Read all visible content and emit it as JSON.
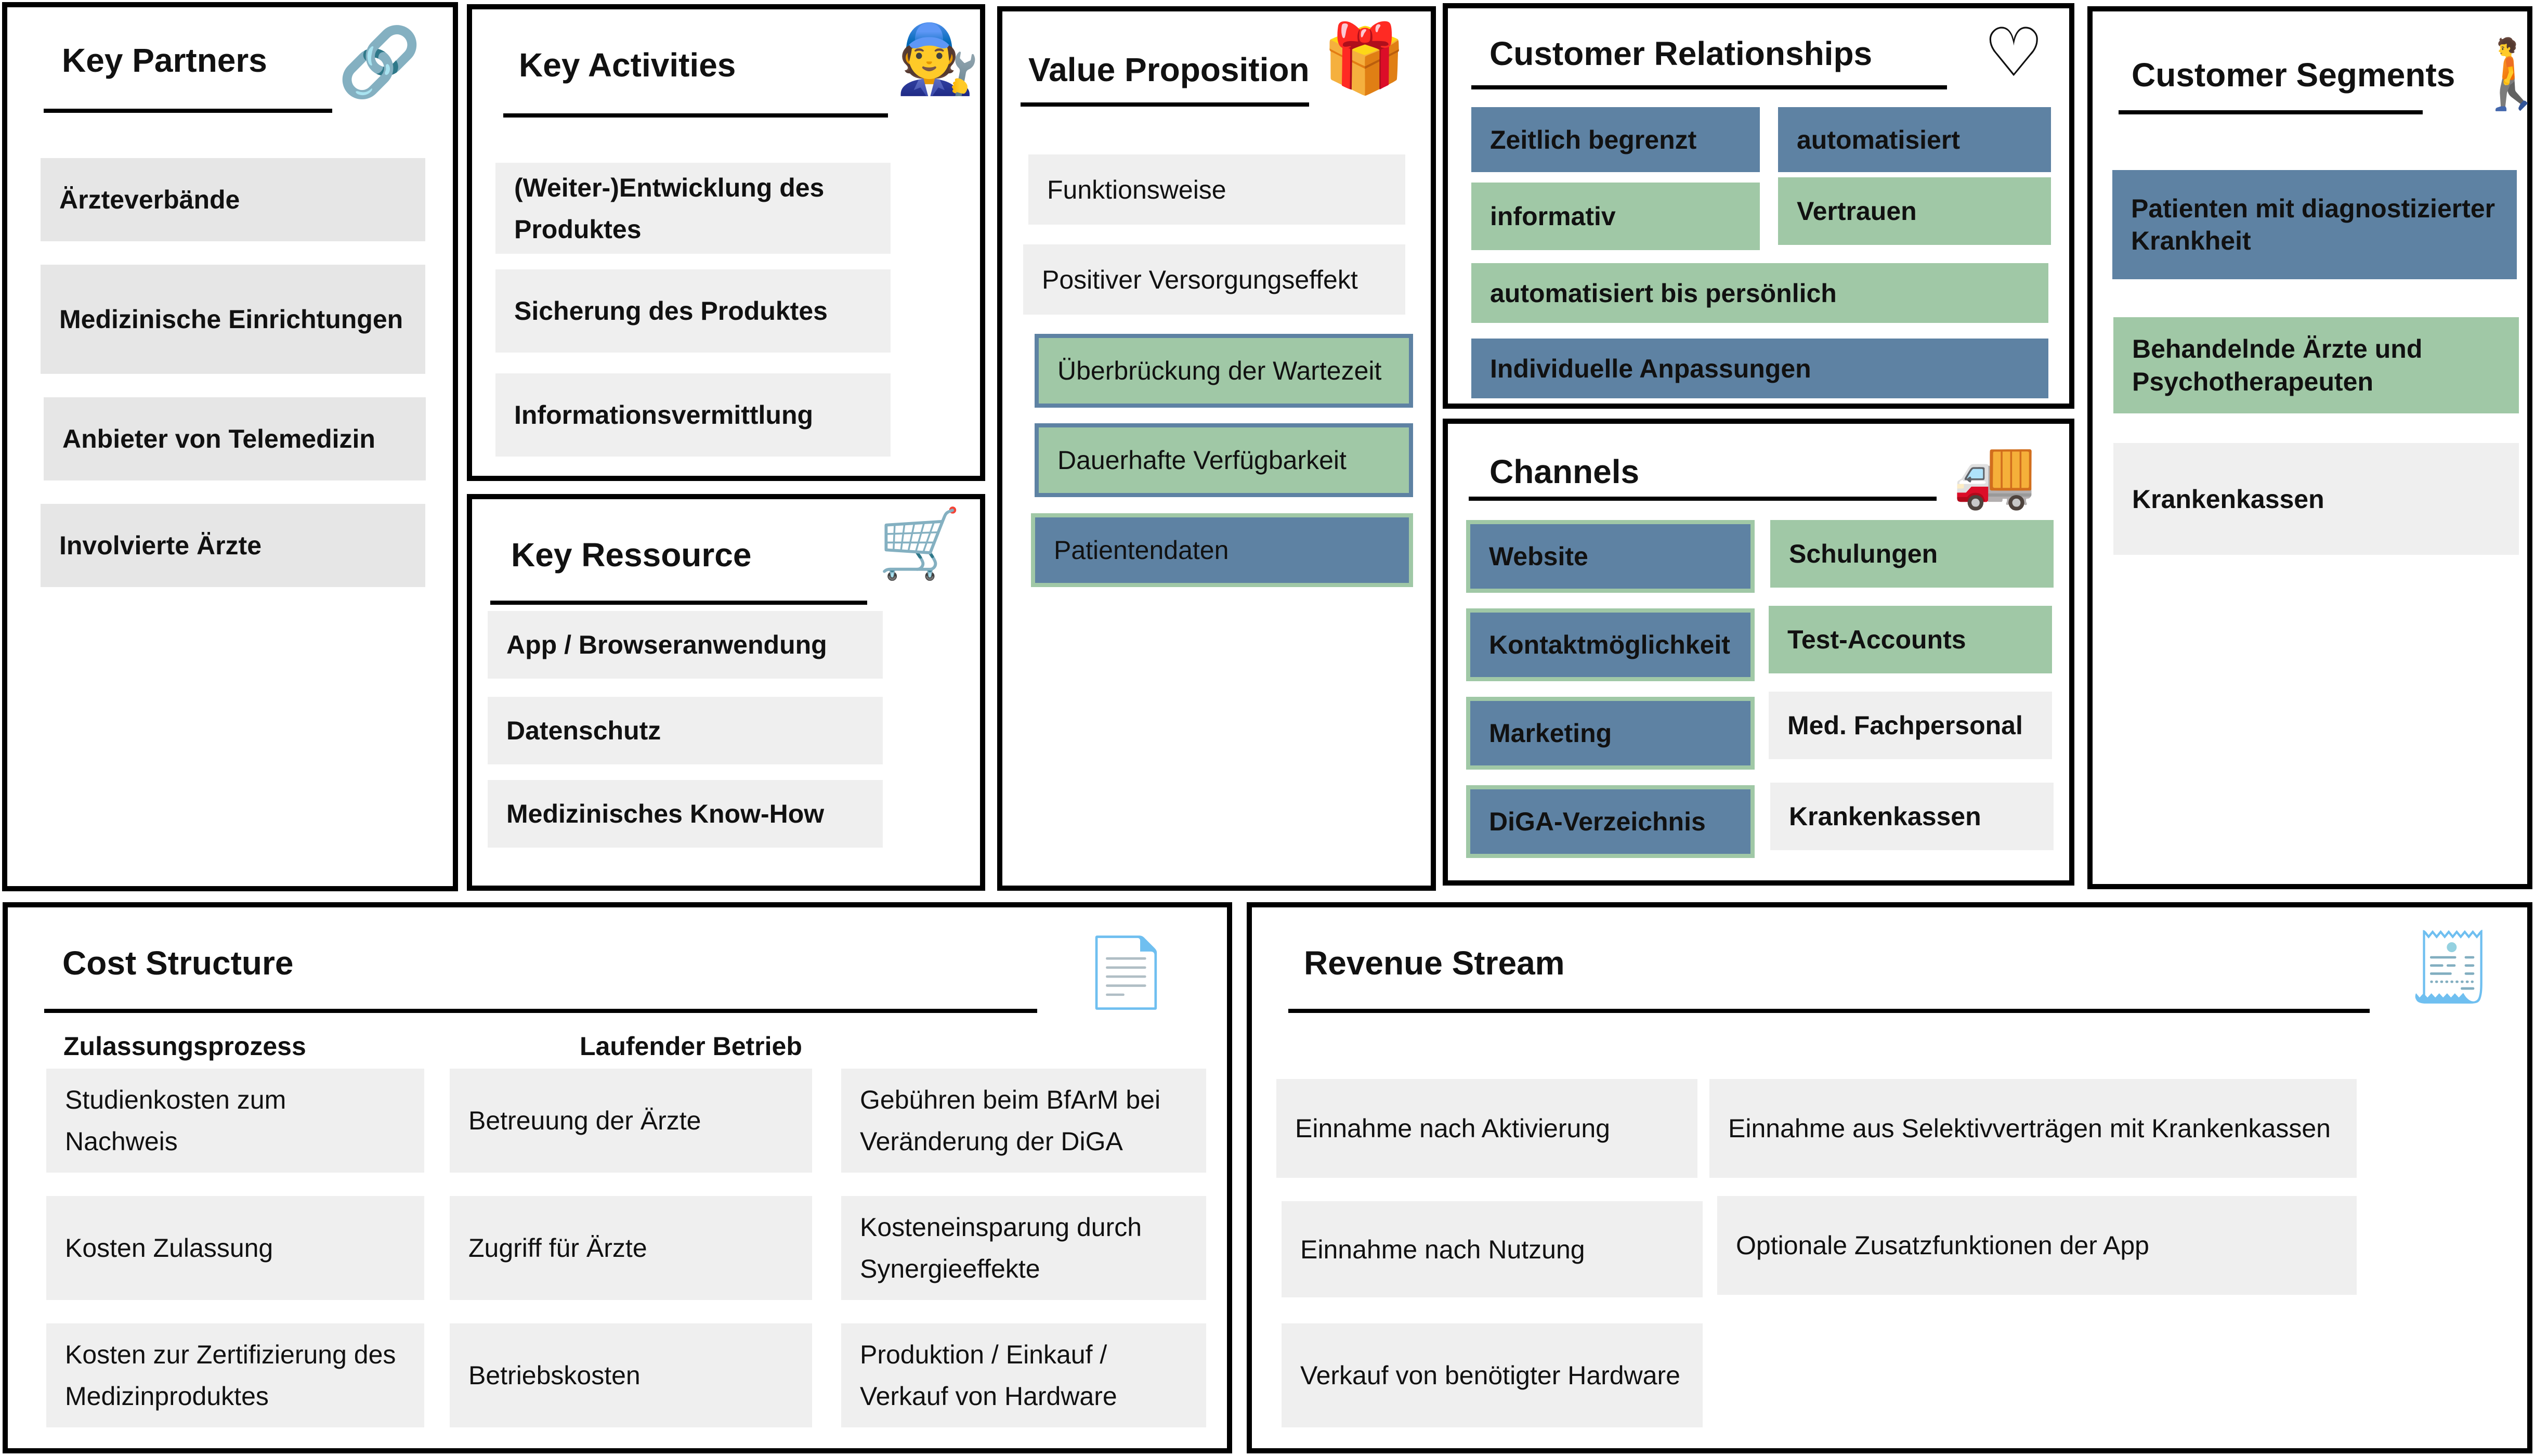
{
  "colors": {
    "blue": "#5e82a3",
    "green": "#a0c8a6",
    "gray": "#efefef",
    "border": "#000000"
  },
  "key_partners": {
    "title": "Key Partners",
    "icon": "chain-links-icon",
    "items": [
      "Ärzteverbände",
      "Medizinische Einrichtungen",
      "Anbieter von Telemedizin",
      "Involvierte Ärzte"
    ]
  },
  "key_activities": {
    "title": "Key Activities",
    "icon": "worker-icon",
    "items": [
      "(Weiter-)Entwicklung des Produktes",
      "Sicherung des Produktes",
      "Informationsvermittlung"
    ]
  },
  "key_resources": {
    "title": "Key Ressource",
    "icon": "person-with-cart-icon",
    "items": [
      "App / Browseranwendung",
      "Datenschutz",
      "Medizinisches Know-How"
    ]
  },
  "value_proposition": {
    "title": "Value Proposition",
    "icon": "gift-icon",
    "items": [
      "Funktionsweise",
      "Positiver Versorgungseffekt",
      "Überbrückung der Wartezeit",
      "Dauerhafte Verfügbarkeit",
      "Patientendaten"
    ]
  },
  "customer_relationships": {
    "title": "Customer Relationships",
    "icon": "heart-icon",
    "items": [
      "Zeitlich begrenzt",
      "automatisiert",
      "informativ",
      "Vertrauen",
      "automatisiert bis persönlich",
      "Individuelle Anpassungen"
    ]
  },
  "channels": {
    "title": "Channels",
    "icon": "truck-icon",
    "items": [
      "Website",
      "Schulungen",
      "Kontaktmöglichkeit",
      "Test-Accounts",
      "Marketing",
      "Med. Fachpersonal",
      "DiGA-Verzeichnis",
      "Krankenkassen"
    ]
  },
  "customer_segments": {
    "title": "Customer Segments",
    "icon": "person-icon",
    "items": [
      "Patienten mit diagnostizierter Krankheit",
      "Behandelnde Ärzte und Psychotherapeuten",
      "Krankenkassen"
    ]
  },
  "cost_structure": {
    "title": "Cost Structure",
    "icon": "document-icon",
    "sub1": "Zulassungsprozess",
    "sub2": "Laufender Betrieb",
    "items": [
      "Studienkosten zum Nachweis",
      "Betreuung der Ärzte",
      "Gebühren beim BfArM bei Veränderung der DiGA",
      "Kosten Zulassung",
      "Zugriff für Ärzte",
      "Kosteneinsparung durch Synergieeffekte",
      "Kosten zur Zertifizierung des Medizinproduktes",
      "Betriebskosten",
      "Produktion / Einkauf / Verkauf von Hardware"
    ]
  },
  "revenue_stream": {
    "title": "Revenue Stream",
    "icon": "cash-register-icon",
    "items": [
      "Einnahme nach Aktivierung",
      "Einnahme aus Selektivverträgen mit Krankenkassen",
      "Einnahme nach Nutzung",
      "Optionale Zusatzfunktionen der App",
      "Verkauf von benötigter Hardware"
    ]
  }
}
